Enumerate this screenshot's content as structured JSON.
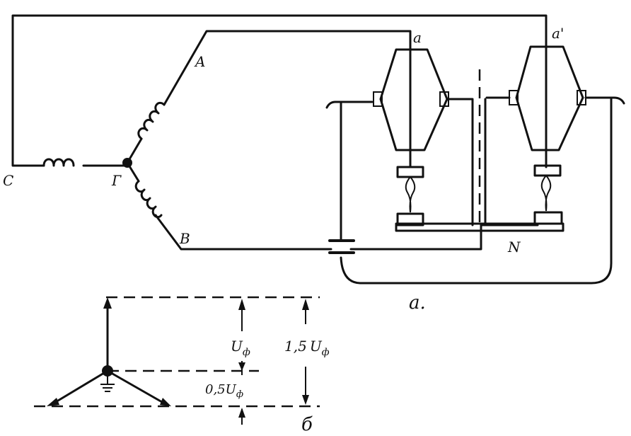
{
  "labels": {
    "C": "C",
    "G": "Г",
    "A": "A",
    "B": "B",
    "a": "a",
    "a_prime": "a'",
    "N": "N",
    "panel_a": "a.",
    "panel_b": "б"
  },
  "voltages": {
    "u_phase_base": "U",
    "u_phase_sub": "ф",
    "one_half_coef": "1,5",
    "half_coef": "0,5"
  },
  "colors": {
    "ink": "#111111",
    "paper": "#ffffff"
  }
}
